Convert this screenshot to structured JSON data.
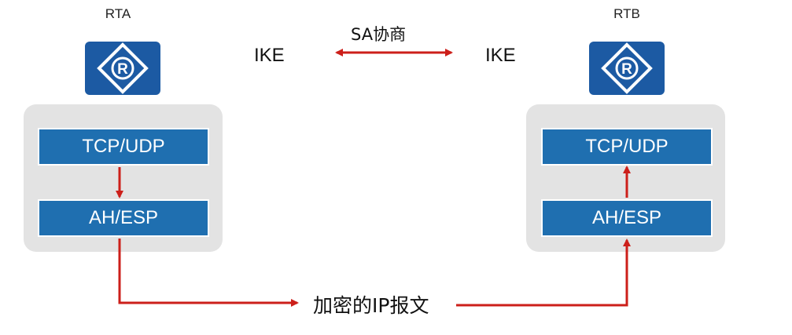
{
  "rta": {
    "label": "RTA",
    "ike": "IKE",
    "upper_layer": "TCP/UDP",
    "lower_layer": "AH/ESP"
  },
  "rtb": {
    "label": "RTB",
    "ike": "IKE",
    "upper_layer": "TCP/UDP",
    "lower_layer": "AH/ESP"
  },
  "sa_negotiation": "SA协商",
  "encrypted_packet": "加密的IP报文",
  "colors": {
    "router_blue": "#1c5aa3",
    "layer_blue": "#1f6fb0",
    "stack_gray": "#e3e3e3",
    "arrow_red": "#cc1f1a"
  },
  "icons": {
    "router": "router-icon"
  }
}
